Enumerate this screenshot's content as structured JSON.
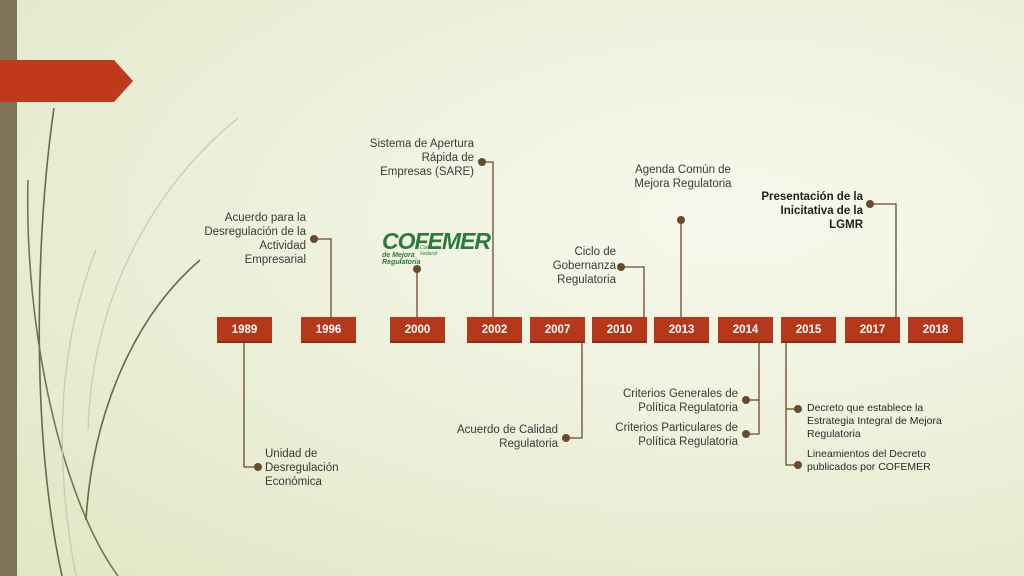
{
  "years": {
    "y1989": "1989",
    "y1996": "1996",
    "y2000": "2000",
    "y2002": "2002",
    "y2007": "2007",
    "y2010": "2010",
    "y2013": "2013",
    "y2014": "2014",
    "y2015": "2015",
    "y2017": "2017",
    "y2018": "2018"
  },
  "events": {
    "acuerdo_desregulacion": "Acuerdo para la Desregulación de la Actividad Empresarial",
    "sare": "Sistema de Apertura Rápida de Empresas (SARE)",
    "agenda_comun": "Agenda Común de Mejora Regulatoria",
    "presentacion_lgmr": "Presentación de la Inicitativa de la LGMR",
    "ciclo_gobernanza": "Ciclo de Gobernanza Regulatoria",
    "unidad_desregulacion": "Unidad de Desregulación Económica",
    "acuerdo_calidad": "Acuerdo de Calidad Regulatoria",
    "criterios_generales": "Criterios Generales de Política Regulatoria",
    "criterios_particulares": "Criterios Particulares de Política Regulatoria",
    "decreto_estrategia": "Decreto que establece la Estrategia Integral de Mejora Regulatoria",
    "lineamientos": "Lineamientos del Decreto publicados por COFEMER"
  },
  "logo": {
    "main": "COFEMER",
    "sub1": "Comisión Federal",
    "sub2": "de Mejora Regulatoria"
  },
  "colors": {
    "accent": "#b5381a",
    "connector": "#6b4a2b",
    "logo_green": "#2c7a3c"
  }
}
